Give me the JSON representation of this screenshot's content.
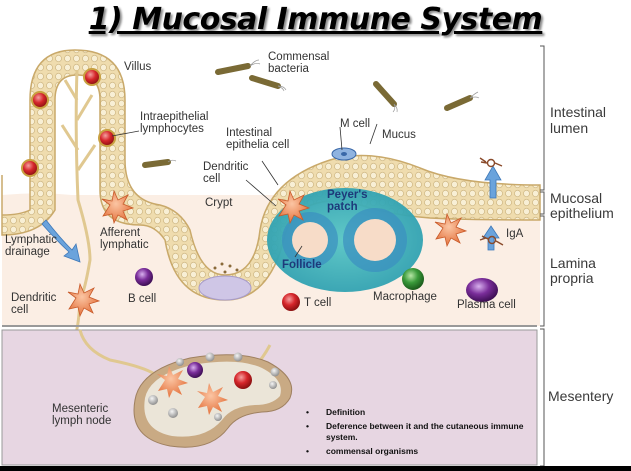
{
  "title": "1) Mucosal Immune System",
  "labels": {
    "villus": "Villus",
    "commensal_bacteria_line1": "Commensal",
    "commensal_bacteria_line2": "bacteria",
    "intraepithelial_line1": "Intraepithelial",
    "intraepithelial_line2": "lymphocytes",
    "intestinal_epithelia_line1": "Intestinal",
    "intestinal_epithelia_line2": "epithelia cell",
    "m_cell": "M cell",
    "mucus": "Mucus",
    "dendritic_cell_top_line1": "Dendritic",
    "dendritic_cell_top_line2": "cell",
    "crypt": "Crypt",
    "peyers_patch_line1": "Peyer's",
    "peyers_patch_line2": "patch",
    "follicle": "Follicle",
    "lymphatic_drainage_line1": "Lymphatic",
    "lymphatic_drainage_line2": "drainage",
    "afferent_lymphatic_line1": "Afferent",
    "afferent_lymphatic_line2": "lymphatic",
    "b_cell": "B cell",
    "t_cell": "T cell",
    "macrophage": "Macrophage",
    "plasma_cell": "Plasma cell",
    "iga": "IgA",
    "dendritic_cell_bottom_line1": "Dendritic",
    "dendritic_cell_bottom_line2": "cell",
    "mesenteric_line1": "Mesenteric",
    "mesenteric_line2": "lymph node"
  },
  "regions": {
    "intestinal_lumen_line1": "Intestinal",
    "intestinal_lumen_line2": "lumen",
    "mucosal_epithelium_line1": "Mucosal",
    "mucosal_epithelium_line2": "epithelium",
    "lamina_propria_line1": "Lamina",
    "lamina_propria_line2": "propria",
    "mesentery": "Mesentery"
  },
  "bullets": [
    "Definition",
    "Deference between it and the cutaneous immune system.",
    "commensal organisms"
  ],
  "colors": {
    "lamina_propria": "#fbeee4",
    "epithelium": "#ead7a6",
    "mesentery": "#e7d6e2",
    "peyers_patch": "#3fb6b8",
    "follicle_core": "#f7dcc8",
    "bacteria": "#7a6a35",
    "t_cell": "#d6262b",
    "b_cell": "#7a2d9a",
    "macrophage": "#3a9a3a",
    "dendritic": "#ee8a5a",
    "arrow": "#6aa3dc"
  }
}
